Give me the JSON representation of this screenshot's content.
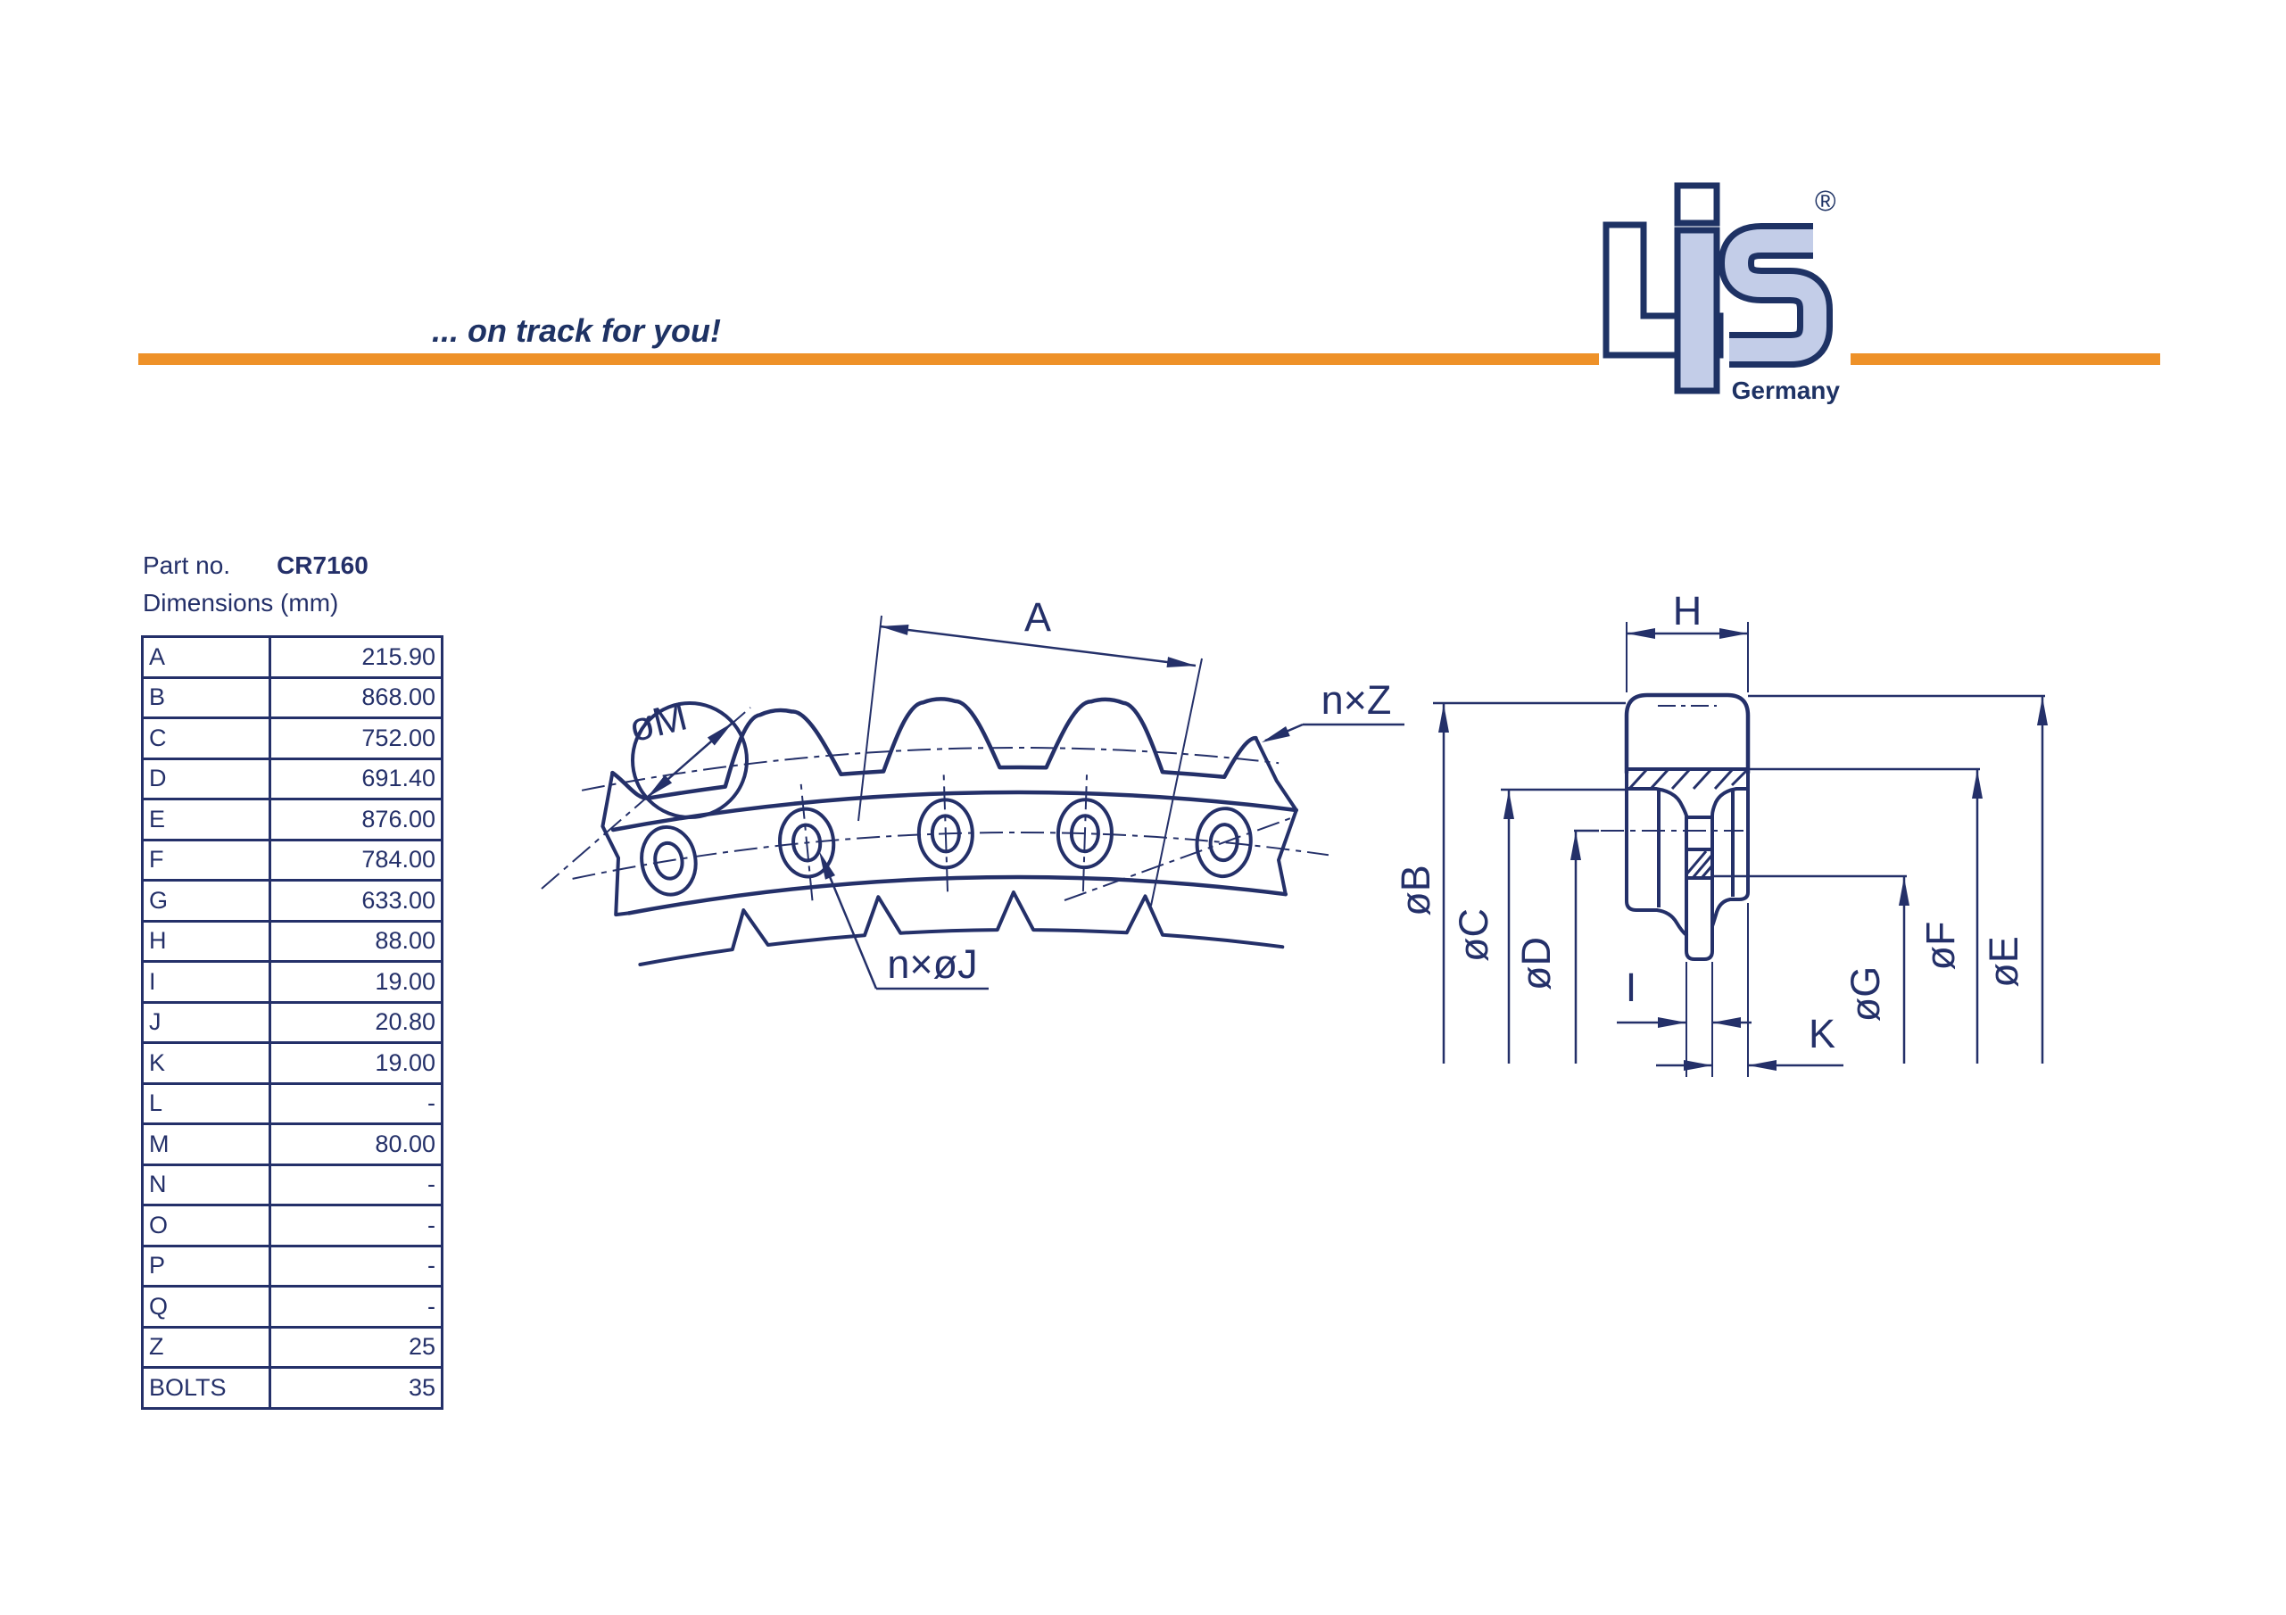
{
  "header": {
    "tagline": "... on track for you!",
    "logo": {
      "name": "LiS",
      "registered": "®",
      "country": "Germany"
    }
  },
  "part": {
    "label": "Part no.",
    "value": "CR7160",
    "dims_label": "Dimensions (mm)"
  },
  "dimensions": {
    "rows": [
      {
        "key": "A",
        "value": "215.90"
      },
      {
        "key": "B",
        "value": "868.00"
      },
      {
        "key": "C",
        "value": "752.00"
      },
      {
        "key": "D",
        "value": "691.40"
      },
      {
        "key": "E",
        "value": "876.00"
      },
      {
        "key": "F",
        "value": "784.00"
      },
      {
        "key": "G",
        "value": "633.00"
      },
      {
        "key": "H",
        "value": "88.00"
      },
      {
        "key": "I",
        "value": "19.00"
      },
      {
        "key": "J",
        "value": "20.80"
      },
      {
        "key": "K",
        "value": "19.00"
      },
      {
        "key": "L",
        "value": "-"
      },
      {
        "key": "M",
        "value": "80.00"
      },
      {
        "key": "N",
        "value": "-"
      },
      {
        "key": "O",
        "value": "-"
      },
      {
        "key": "P",
        "value": "-"
      },
      {
        "key": "Q",
        "value": "-"
      },
      {
        "key": "Z",
        "value": "25"
      },
      {
        "key": "BOLTS",
        "value": "35"
      }
    ]
  },
  "drawing": {
    "labels": {
      "a": "A",
      "m": "øM",
      "nz": "n×Z",
      "nj": "n×øJ",
      "h": "H",
      "b": "øB",
      "c": "øC",
      "d": "øD",
      "e": "øE",
      "f": "øF",
      "g": "øG",
      "i": "I",
      "k": "K"
    }
  },
  "colors": {
    "navy": "#243069",
    "orange": "#ee9128",
    "logo_blue": "#c3cde8"
  }
}
